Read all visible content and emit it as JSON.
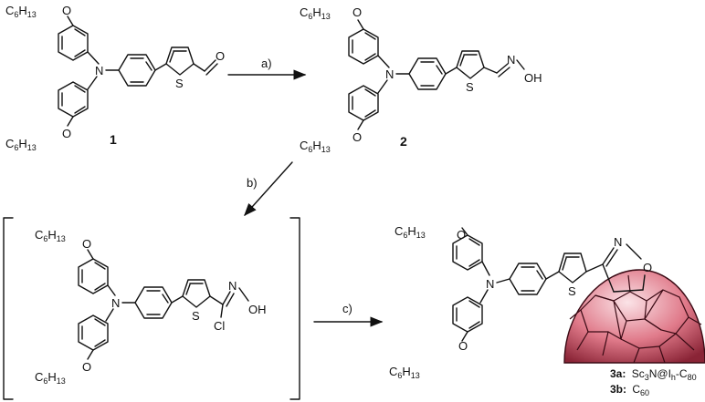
{
  "compounds": {
    "c1": {
      "number": "1"
    },
    "c2": {
      "number": "2"
    }
  },
  "conditions": {
    "a": "a)",
    "b": "b)",
    "c": "c)"
  },
  "atoms": {
    "oxygen": "O",
    "nitrogen": "N",
    "sulfur": "S",
    "chlorine": "Cl",
    "hydroxyl": "OH",
    "hexyl_c": "C",
    "hexyl_c_sub": "6",
    "hexyl_h": "H",
    "hexyl_h_sub": "13"
  },
  "products": {
    "p3a_label": "3a:",
    "p3a_main": "Sc",
    "p3a_sub1": "3",
    "p3a_mid": "N@I",
    "p3a_sub2": "h",
    "p3a_tail": "-C",
    "p3a_sub3": "80",
    "p3b_label": "3b:",
    "p3b_main": "C",
    "p3b_sub": "60"
  },
  "colors": {
    "fullerene_fill": "#e07a8a",
    "fullerene_stroke": "#3a0a14",
    "ink": "#111111"
  }
}
